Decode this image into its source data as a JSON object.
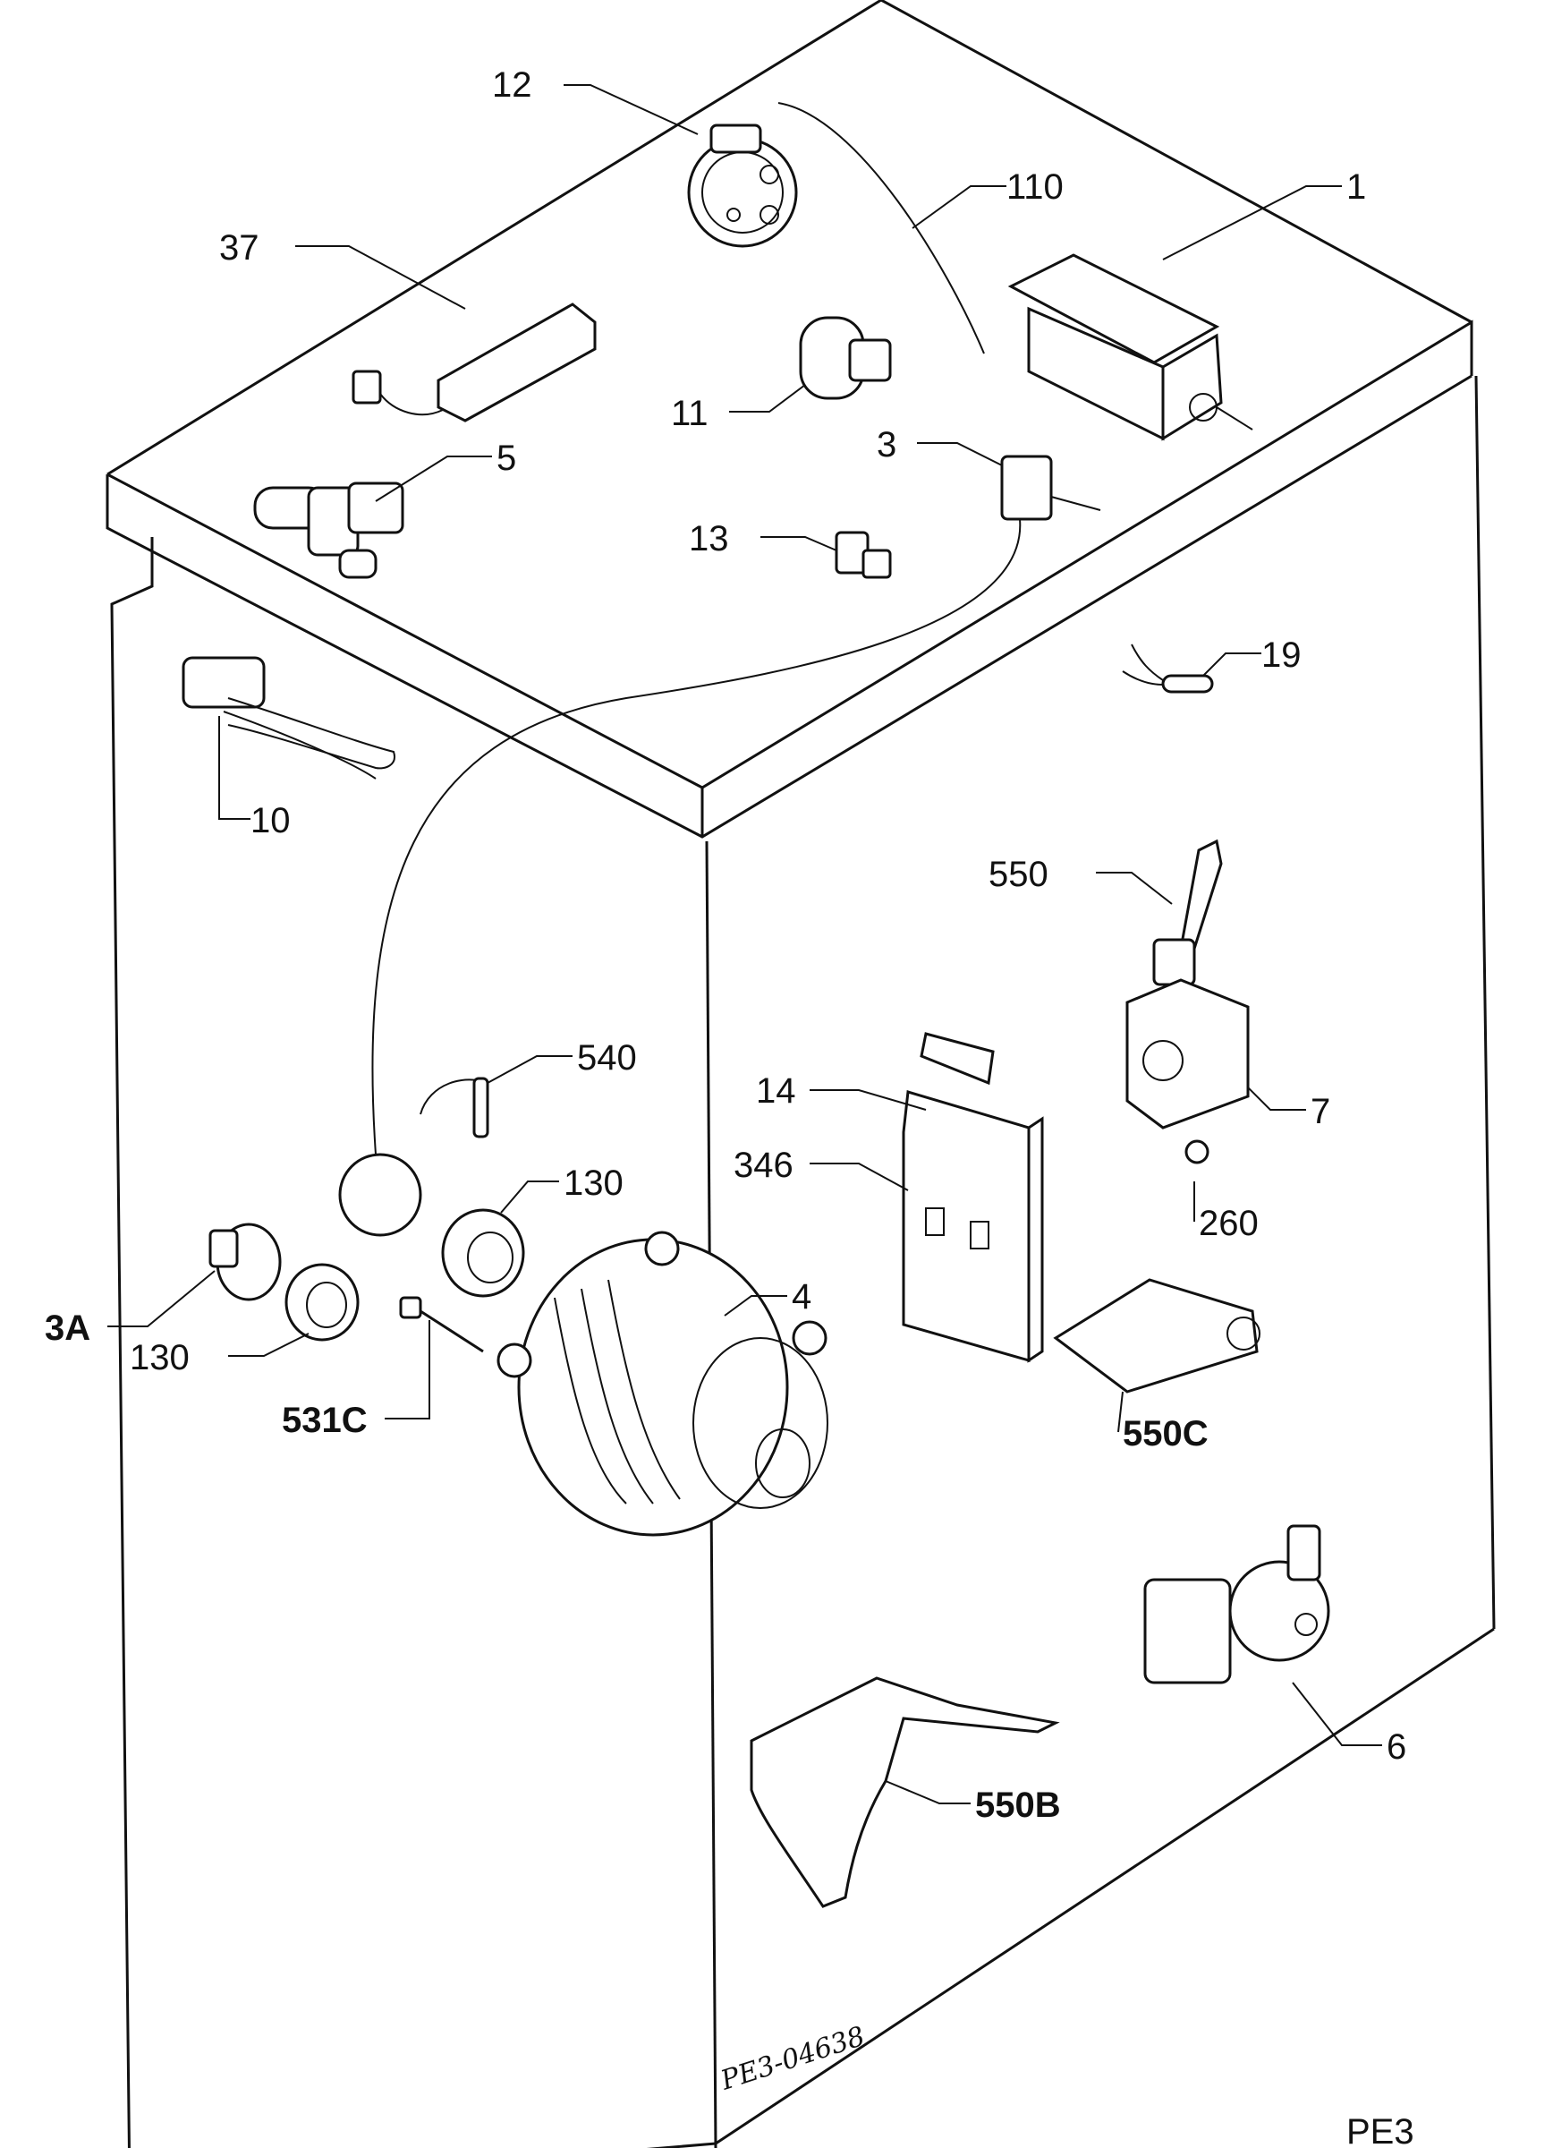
{
  "title": "",
  "labels": {
    "l12": "12",
    "l110": "110",
    "l1": "1",
    "l37": "37",
    "l11": "11",
    "l3": "3",
    "l5": "5",
    "l13": "13",
    "l19": "19",
    "l10": "10",
    "l550": "550",
    "l540": "540",
    "l14": "14",
    "l346": "346",
    "l7": "7",
    "l130a": "130",
    "l260": "260",
    "l4": "4",
    "l3A": "3A",
    "l130b": "130",
    "l531C": "531C",
    "l550C": "550C",
    "l6": "6",
    "l550B": "550B"
  },
  "handwritten_code": "PE3-04638",
  "page_code": "PE3"
}
